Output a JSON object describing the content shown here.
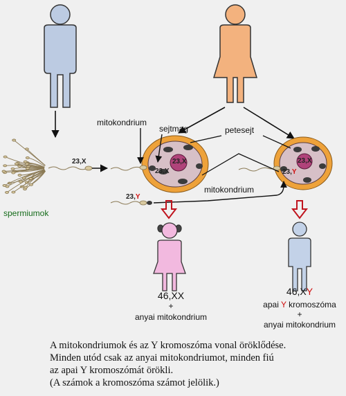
{
  "labels": {
    "mitokondrium_top": "mitokondrium",
    "sejtmag": "sejtmag",
    "petesejt": "petesejt",
    "mitokondrium_bottom": "mitokondrium",
    "spermiumok": "spermiumok"
  },
  "chromosome_tags": {
    "sperm_x": "23,X",
    "sperm_y_num": "23,",
    "sperm_y_letter": "Y",
    "egg1_nucleus": "23,X",
    "egg1_sperm": "23,X",
    "egg2_nucleus": "23,X",
    "egg2_sperm_num": "23,",
    "egg2_sperm_letter": "Y"
  },
  "results": {
    "female": {
      "karyotype": "46,XX",
      "plus": "+",
      "line": "anyai mitokondrium"
    },
    "male": {
      "karyotype_prefix": "46,X",
      "karyotype_y": "Y",
      "line1_a": "apai ",
      "line1_y": "Y",
      "line1_b": " kromoszóma",
      "plus": "+",
      "line2": "anyai mitokondrium"
    }
  },
  "caption": [
    "A mitokondriumok és az Y kromoszóma vonal öröklődése.",
    "Minden utód csak az anyai mitokondriumot, minden fiú",
    "az apai Y kromoszómát örökli.",
    "(A számok a kromoszóma számot jelölik.)"
  ],
  "colors": {
    "male_figure": "#bccbe2",
    "female_figure": "#f3b27e",
    "daughter_figure": "#f2b9df",
    "son_figure": "#c3d2e8",
    "egg_outer": "#eea23a",
    "egg_inner": "#d7c0c7",
    "nucleus": "#b0437a",
    "arrow_red": "#c0141e",
    "y_highlight": "#d01010",
    "label_green": "#156b1a"
  }
}
